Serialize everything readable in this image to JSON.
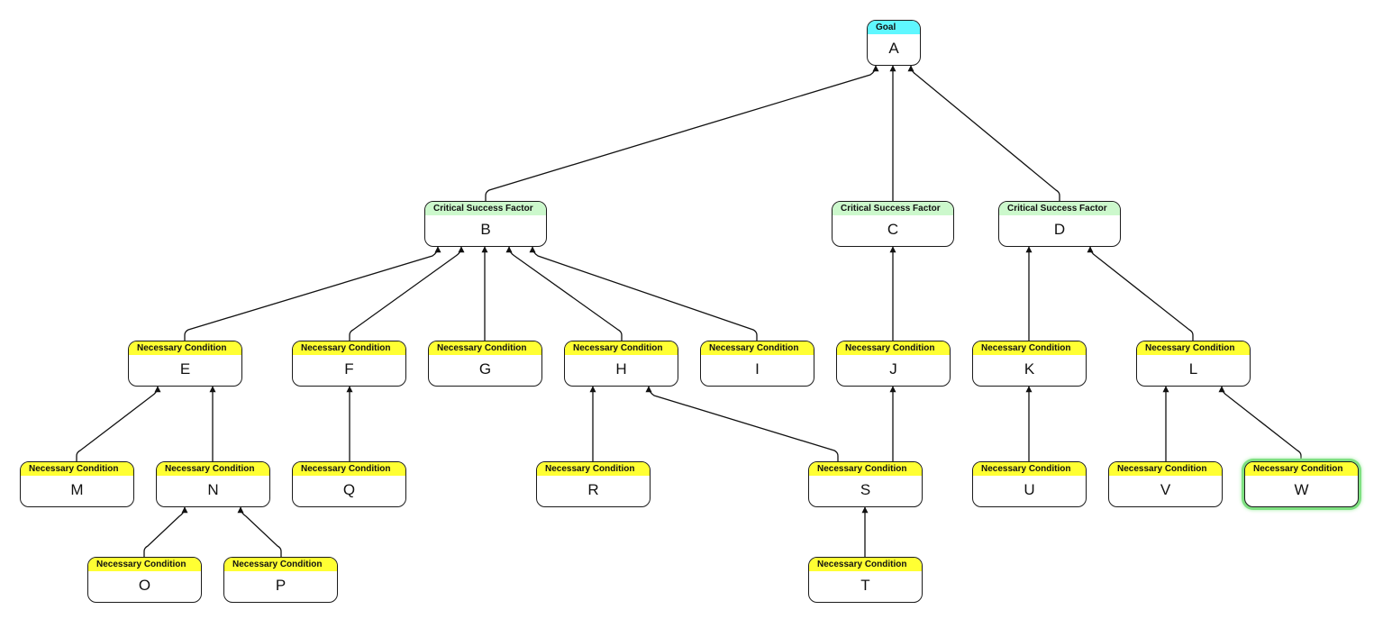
{
  "types": {
    "goal": {
      "label": "Goal",
      "color": "#5ff7ff"
    },
    "csf": {
      "label": "Critical Success Factor",
      "color": "#ccf8cc"
    },
    "nc": {
      "label": "Necessary Condition",
      "color": "#ffff33"
    }
  },
  "selected_node": "W",
  "nodes": [
    {
      "id": "A",
      "label": "A",
      "type": "goal"
    },
    {
      "id": "B",
      "label": "B",
      "type": "csf"
    },
    {
      "id": "C",
      "label": "C",
      "type": "csf"
    },
    {
      "id": "D",
      "label": "D",
      "type": "csf"
    },
    {
      "id": "E",
      "label": "E",
      "type": "nc"
    },
    {
      "id": "F",
      "label": "F",
      "type": "nc"
    },
    {
      "id": "G",
      "label": "G",
      "type": "nc"
    },
    {
      "id": "H",
      "label": "H",
      "type": "nc"
    },
    {
      "id": "I",
      "label": "I",
      "type": "nc"
    },
    {
      "id": "J",
      "label": "J",
      "type": "nc"
    },
    {
      "id": "K",
      "label": "K",
      "type": "nc"
    },
    {
      "id": "L",
      "label": "L",
      "type": "nc"
    },
    {
      "id": "M",
      "label": "M",
      "type": "nc"
    },
    {
      "id": "N",
      "label": "N",
      "type": "nc"
    },
    {
      "id": "Q",
      "label": "Q",
      "type": "nc"
    },
    {
      "id": "R",
      "label": "R",
      "type": "nc"
    },
    {
      "id": "S",
      "label": "S",
      "type": "nc"
    },
    {
      "id": "U",
      "label": "U",
      "type": "nc"
    },
    {
      "id": "V",
      "label": "V",
      "type": "nc"
    },
    {
      "id": "W",
      "label": "W",
      "type": "nc"
    },
    {
      "id": "O",
      "label": "O",
      "type": "nc"
    },
    {
      "id": "P",
      "label": "P",
      "type": "nc"
    },
    {
      "id": "T",
      "label": "T",
      "type": "nc"
    }
  ],
  "edges": [
    {
      "from": "B",
      "to": "A"
    },
    {
      "from": "C",
      "to": "A"
    },
    {
      "from": "D",
      "to": "A"
    },
    {
      "from": "E",
      "to": "B"
    },
    {
      "from": "F",
      "to": "B"
    },
    {
      "from": "G",
      "to": "B"
    },
    {
      "from": "H",
      "to": "B"
    },
    {
      "from": "I",
      "to": "B"
    },
    {
      "from": "J",
      "to": "C"
    },
    {
      "from": "K",
      "to": "D"
    },
    {
      "from": "L",
      "to": "D"
    },
    {
      "from": "M",
      "to": "E"
    },
    {
      "from": "N",
      "to": "E"
    },
    {
      "from": "Q",
      "to": "F"
    },
    {
      "from": "R",
      "to": "H"
    },
    {
      "from": "S",
      "to": "H"
    },
    {
      "from": "S",
      "to": "J"
    },
    {
      "from": "U",
      "to": "K"
    },
    {
      "from": "V",
      "to": "L"
    },
    {
      "from": "W",
      "to": "L"
    },
    {
      "from": "O",
      "to": "N"
    },
    {
      "from": "P",
      "to": "N"
    },
    {
      "from": "T",
      "to": "S"
    }
  ]
}
